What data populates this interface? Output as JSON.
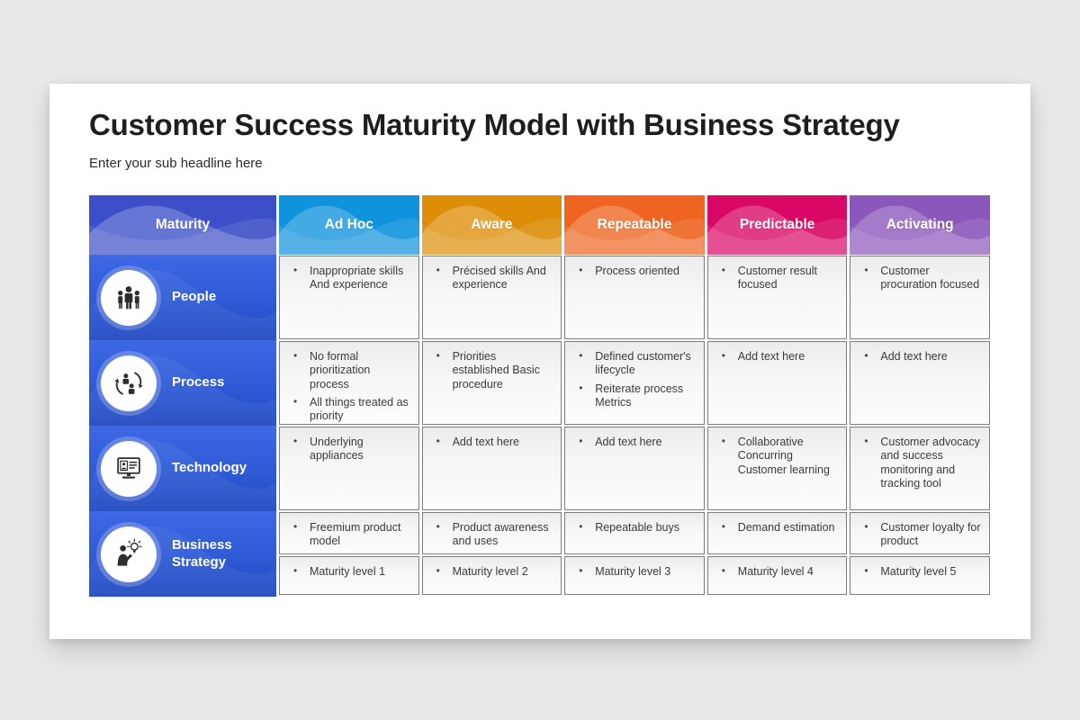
{
  "page": {
    "title": "Customer Success Maturity Model with Business Strategy",
    "subtitle": "Enter your sub headline here"
  },
  "colors": {
    "page_background": "#e9e9ea",
    "card_background": "#ffffff",
    "corner_header": "#3c4ec8",
    "row_block_blue": "#2e5ad6",
    "cell_border": "#7d7d7d"
  },
  "table": {
    "corner_label": "Maturity",
    "corner_color": "#3c4ec8",
    "columns": [
      {
        "label": "Ad Hoc",
        "color": "#0f93dd"
      },
      {
        "label": "Aware",
        "color": "#dd8d07"
      },
      {
        "label": "Repeatable",
        "color": "#ef6420"
      },
      {
        "label": "Predictable",
        "color": "#d90765"
      },
      {
        "label": "Activating",
        "color": "#8b57ba"
      }
    ],
    "rows": [
      {
        "label": "People",
        "icon": "people-icon",
        "cells": [
          [
            "Inappropriate skills And experience"
          ],
          [
            "Précised skills And experience"
          ],
          [
            "Process oriented"
          ],
          [
            "Customer result focused"
          ],
          [
            "Customer procuration focused"
          ]
        ]
      },
      {
        "label": "Process",
        "icon": "process-icon",
        "cells": [
          [
            "No formal prioritization process",
            "All things treated as priority"
          ],
          [
            "Priorities established Basic procedure"
          ],
          [
            "Defined customer's lifecycle",
            "Reiterate process Metrics"
          ],
          [
            "Add text here"
          ],
          [
            "Add text here"
          ]
        ]
      },
      {
        "label": "Technology",
        "icon": "technology-icon",
        "cells": [
          [
            "Underlying appliances"
          ],
          [
            "Add text here"
          ],
          [
            "Add text here"
          ],
          [
            "Collaborative Concurring Customer learning"
          ],
          [
            "Customer advocacy and success monitoring and tracking tool"
          ]
        ]
      },
      {
        "label": "Business Strategy",
        "icon": "business-strategy-icon",
        "cells_top": [
          [
            "Freemium product model"
          ],
          [
            "Product awareness and uses"
          ],
          [
            "Repeatable buys"
          ],
          [
            "Demand estimation"
          ],
          [
            "Customer loyalty for product"
          ]
        ],
        "cells_bottom": [
          [
            "Maturity level 1"
          ],
          [
            "Maturity level 2"
          ],
          [
            "Maturity level 3"
          ],
          [
            "Maturity level 4"
          ],
          [
            "Maturity level 5"
          ]
        ]
      }
    ]
  }
}
